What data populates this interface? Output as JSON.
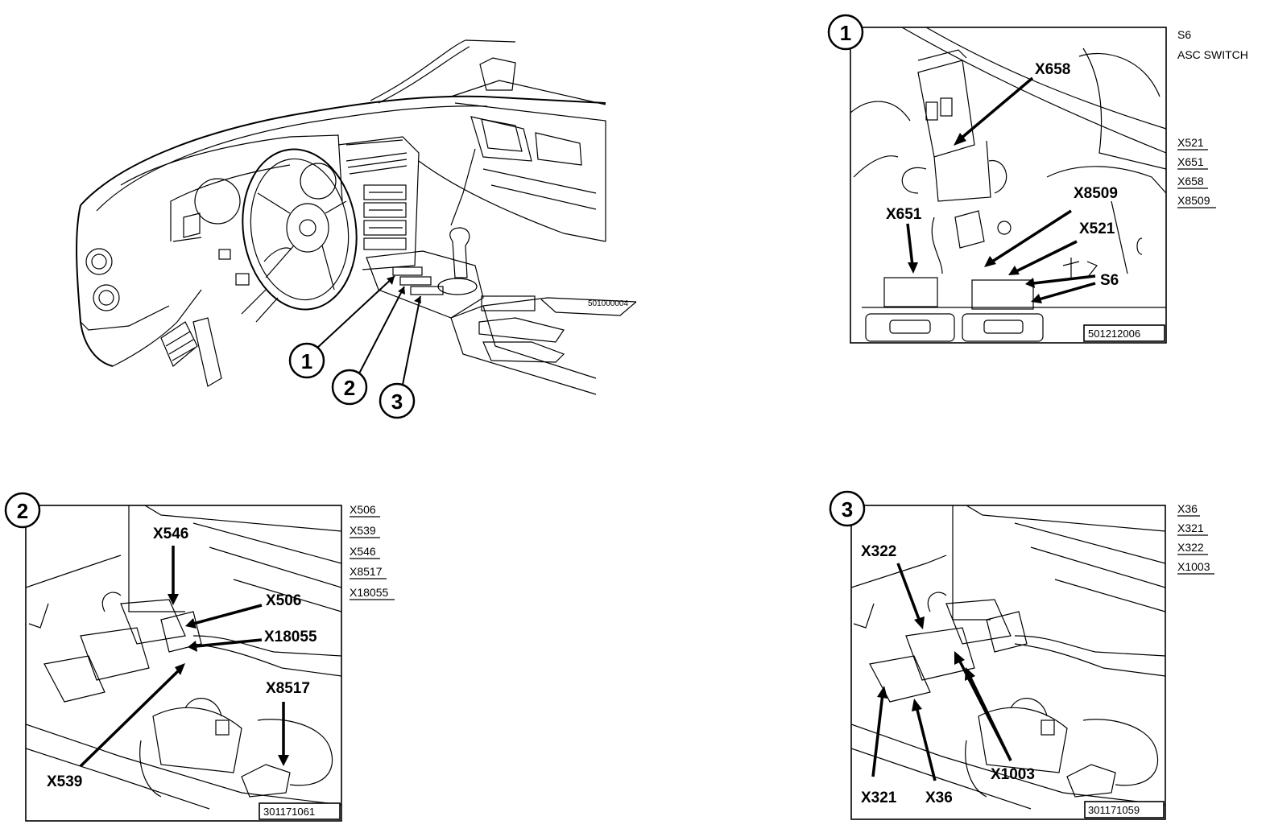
{
  "overview": {
    "code": "501000004",
    "callouts": [
      "1",
      "2",
      "3"
    ]
  },
  "panel1": {
    "number": "1",
    "code": "501212006",
    "labels": {
      "x658": "X658",
      "x651": "X651",
      "x8509": "X8509",
      "x521": "X521",
      "s6": "S6"
    },
    "legend_title": {
      "id": "S6",
      "name": "ASC SWITCH"
    },
    "legend": [
      "X521",
      "X651",
      "X658",
      "X8509"
    ]
  },
  "panel2": {
    "number": "2",
    "code": "301171061",
    "labels": {
      "x546": "X546",
      "x506": "X506",
      "x18055": "X18055",
      "x8517": "X8517",
      "x539": "X539"
    },
    "legend": [
      "X506",
      "X539",
      "X546",
      "X8517",
      "X18055"
    ]
  },
  "panel3": {
    "number": "3",
    "code": "301171059",
    "labels": {
      "x322": "X322",
      "x321": "X321",
      "x36": "X36",
      "x1003": "X1003"
    },
    "legend": [
      "X36",
      "X321",
      "X322",
      "X1003"
    ]
  }
}
